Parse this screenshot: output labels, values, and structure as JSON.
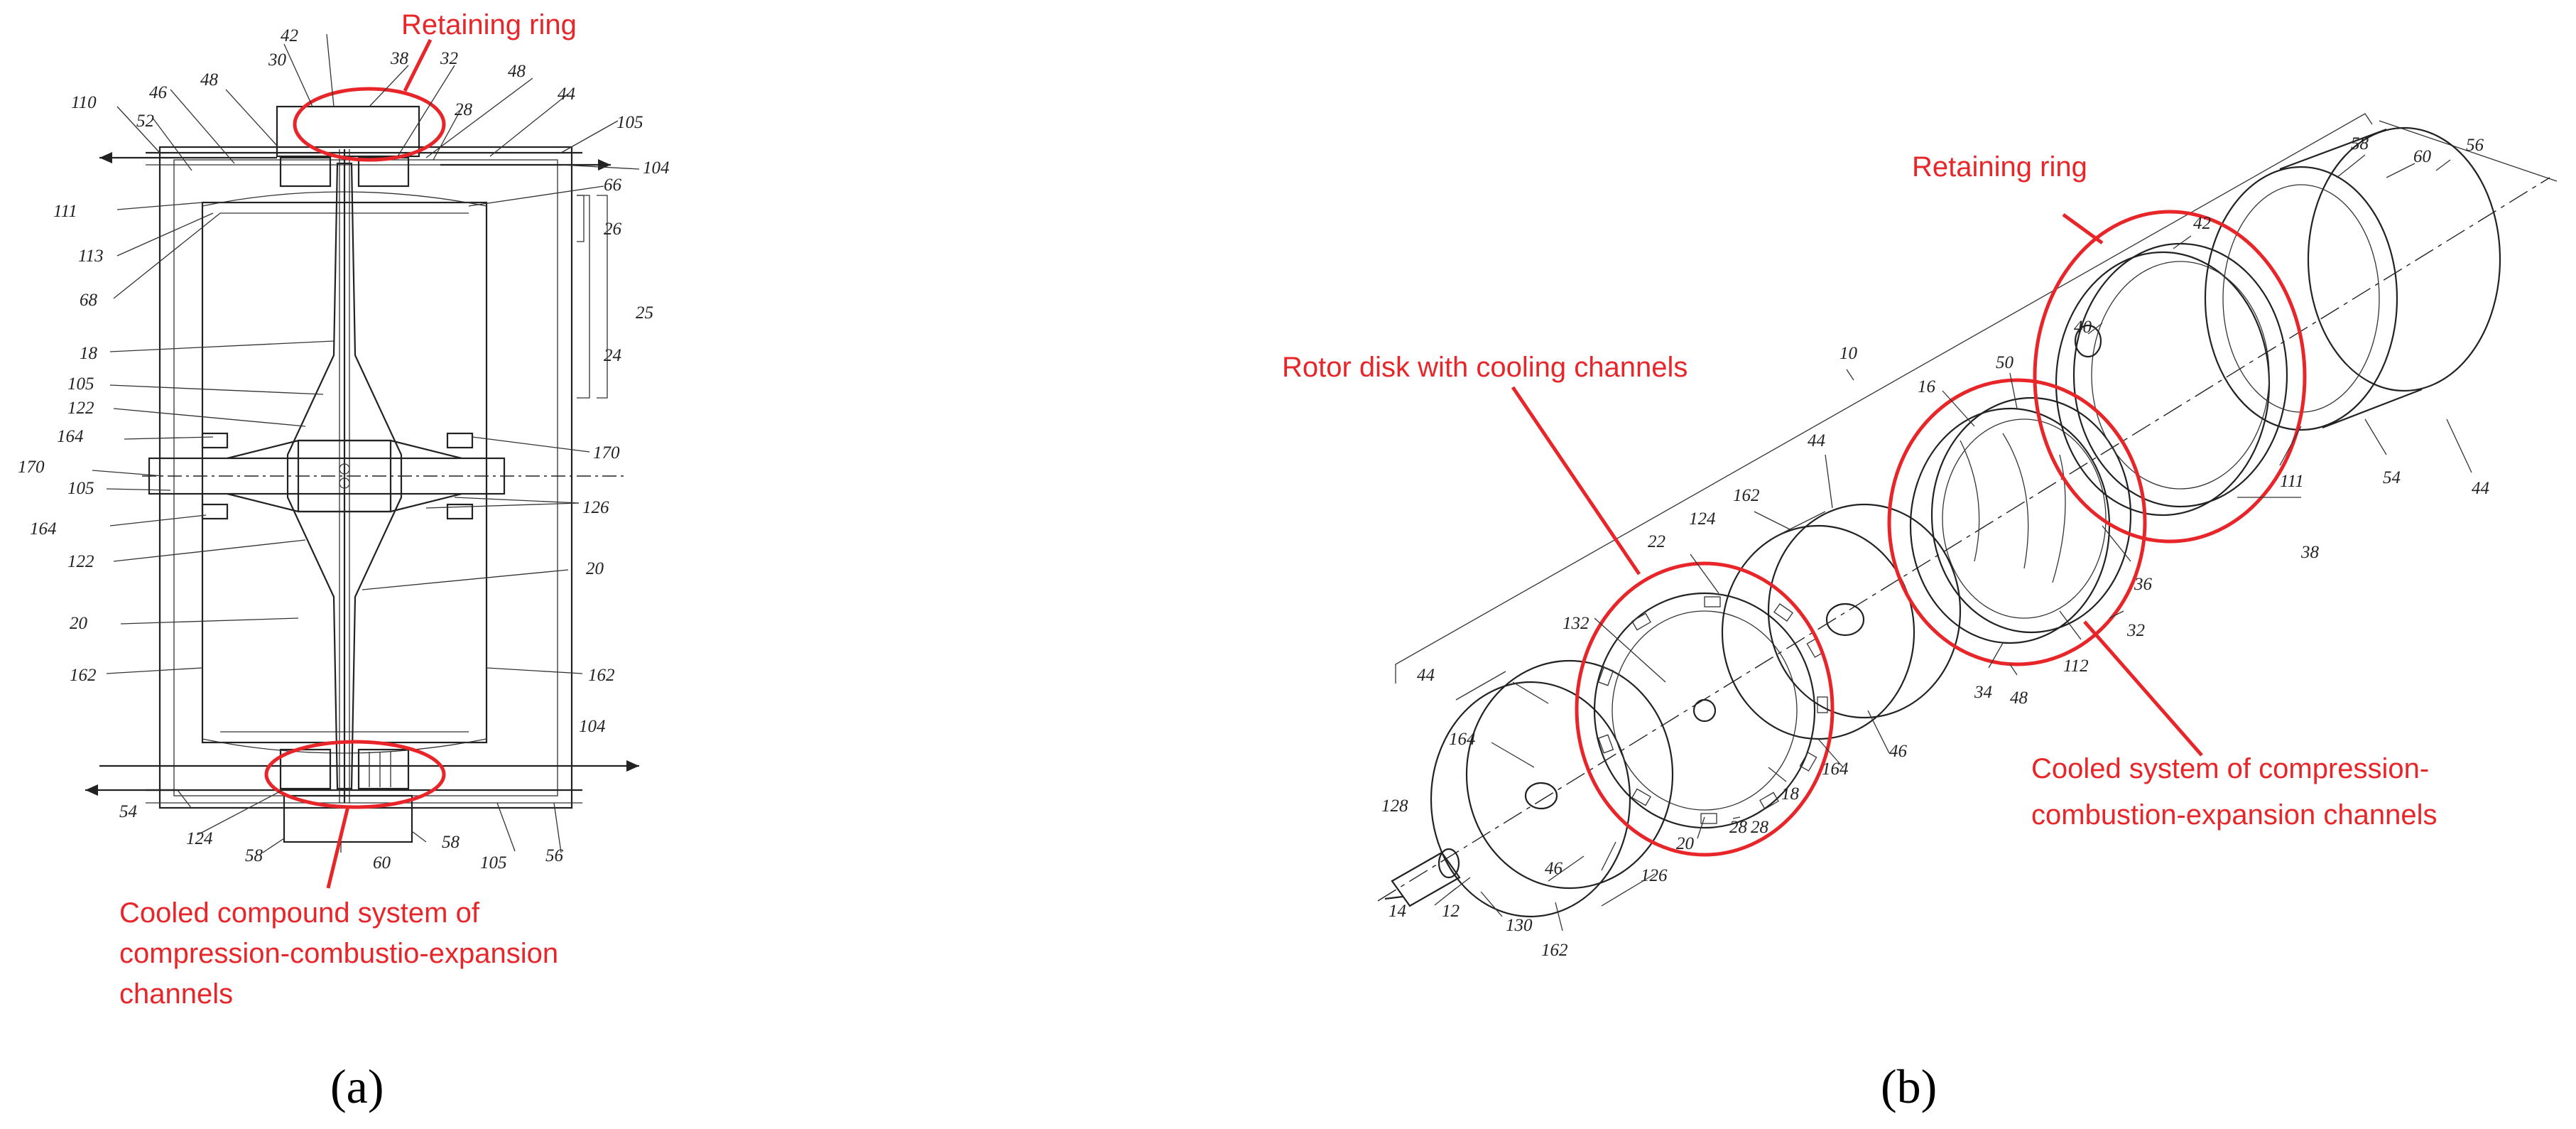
{
  "panel_a": {
    "caption": "(a)",
    "annotations": {
      "retaining_ring": "Retaining ring",
      "channels_line1": "Cooled compound system of",
      "channels_line2": "compression-combustio-expansion",
      "channels_line3": "channels"
    },
    "part_numbers": {
      "n42": "42",
      "n30": "30",
      "n38": "38",
      "n32": "32",
      "n48a": "48",
      "n46": "46",
      "n48b": "48",
      "n44": "44",
      "n110": "110",
      "n52": "52",
      "n28": "28",
      "n105a": "105",
      "n104a": "104",
      "n66": "66",
      "n111": "111",
      "n113": "113",
      "n26": "26",
      "n68": "68",
      "n25": "25",
      "n24": "24",
      "n18": "18",
      "n105b": "105",
      "n122a": "122",
      "n164a": "164",
      "n170a": "170",
      "n170b": "170",
      "n105c": "105",
      "n126": "126",
      "n164b": "164",
      "n122b": "122",
      "n20a": "20",
      "n20b": "20",
      "n162a": "162",
      "n162b": "162",
      "n104b": "104",
      "n54": "54",
      "n124": "124",
      "n58a": "58",
      "n60": "60",
      "n58b": "58",
      "n105d": "105",
      "n56": "56"
    }
  },
  "panel_b": {
    "caption": "(b)",
    "annotations": {
      "retaining_ring": "Retaining ring",
      "rotor_disk": "Rotor disk with cooling channels",
      "channels_line1": "Cooled system of compression-",
      "channels_line2": "combustion-expansion channels"
    },
    "part_numbers": {
      "n58": "58",
      "n60": "60",
      "n56": "56",
      "n42": "42",
      "n40": "40",
      "n10": "10",
      "n16": "16",
      "n50": "50",
      "n44a": "44",
      "n162a": "162",
      "n124": "124",
      "n22": "22",
      "n111": "111",
      "n54": "54",
      "n44b": "44",
      "n38": "38",
      "n36": "36",
      "n132": "132",
      "n112": "112",
      "n32": "32",
      "n34": "34",
      "n48": "48",
      "n44c": "44",
      "n164a": "164",
      "n46a": "46",
      "n164b": "164",
      "n18": "18",
      "n28a": "28",
      "n28b": "28",
      "n20": "20",
      "n126": "126",
      "n128": "128",
      "n46b": "46",
      "n14": "14",
      "n12": "12",
      "n130": "130",
      "n162b": "162"
    }
  }
}
